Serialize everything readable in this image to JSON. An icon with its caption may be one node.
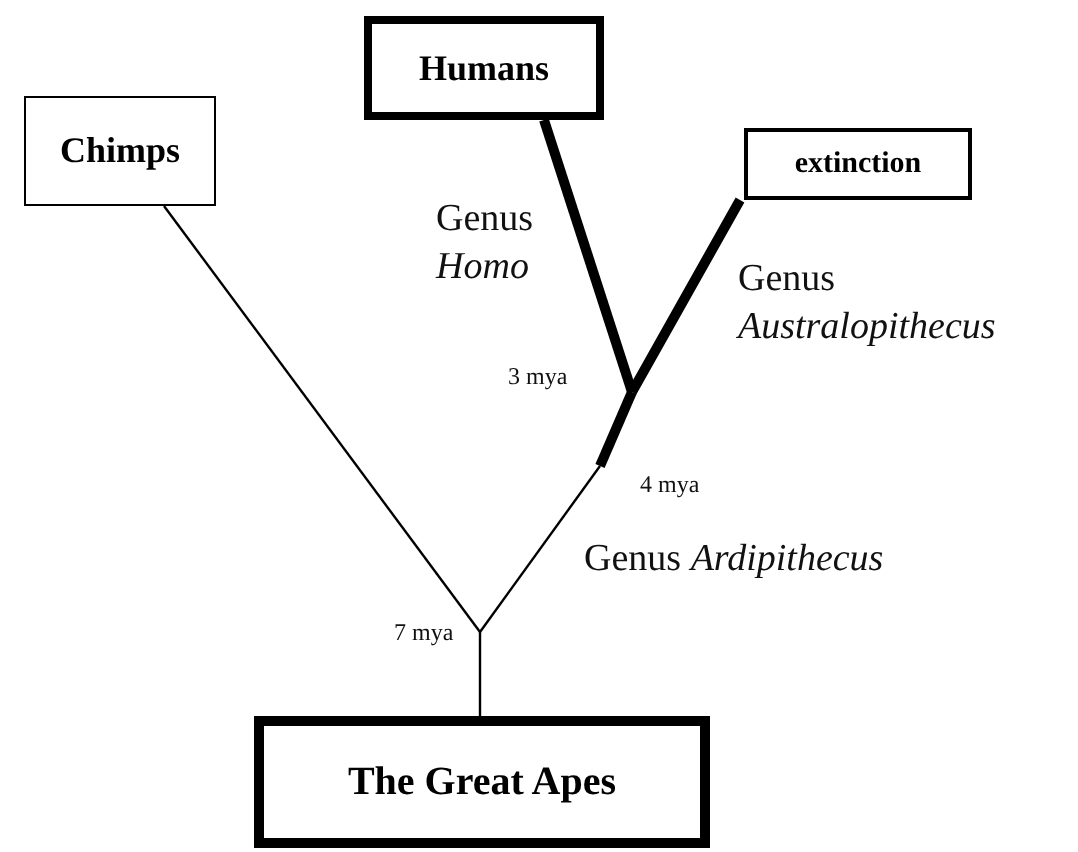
{
  "diagram": {
    "nodes": [
      {
        "text": [
          "Chimps"
        ]
      },
      {
        "text": [
          "Humans"
        ]
      },
      {
        "text": [
          "extinction"
        ]
      },
      {
        "text": [
          "The Great Apes"
        ]
      }
    ],
    "edges": [
      {
        "from": 3,
        "to": 0,
        "arrow": "none"
      },
      {
        "from": 3,
        "to": 1,
        "arrow": "none"
      },
      {
        "from": 3,
        "to": 2,
        "arrow": "none"
      }
    ],
    "labels": [
      "Genus *Homo*",
      "Genus *Australopithecus*",
      "3 mya",
      "4 mya",
      "Genus *Ardipithecus*",
      "7 mya"
    ]
  }
}
